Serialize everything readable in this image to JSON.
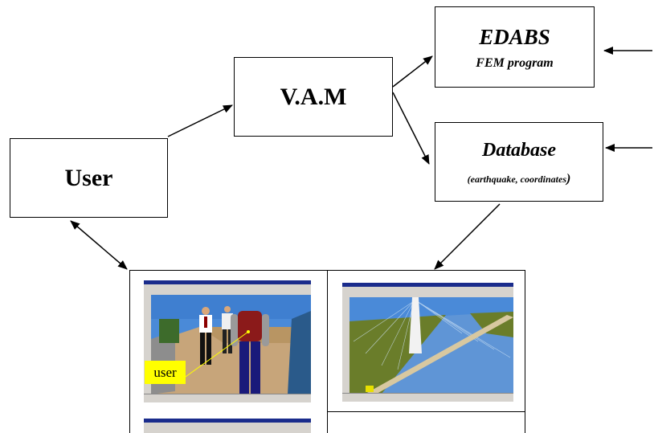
{
  "nodes": {
    "user": "User",
    "vam": "V.A.M",
    "edabs_title": "EDABS",
    "edabs_sub": "FEM program",
    "database_title": "Database",
    "database_sub_open": "(",
    "database_sub_text": "earthquake, coordinates",
    "database_sub_close": ")"
  },
  "screenshots": {
    "avatar_label": "user"
  },
  "colors": {
    "label_highlight": "#ffff00",
    "sky": "#4a8ad8",
    "water": "#5f95d6",
    "terrain": "#6a7d2a"
  }
}
